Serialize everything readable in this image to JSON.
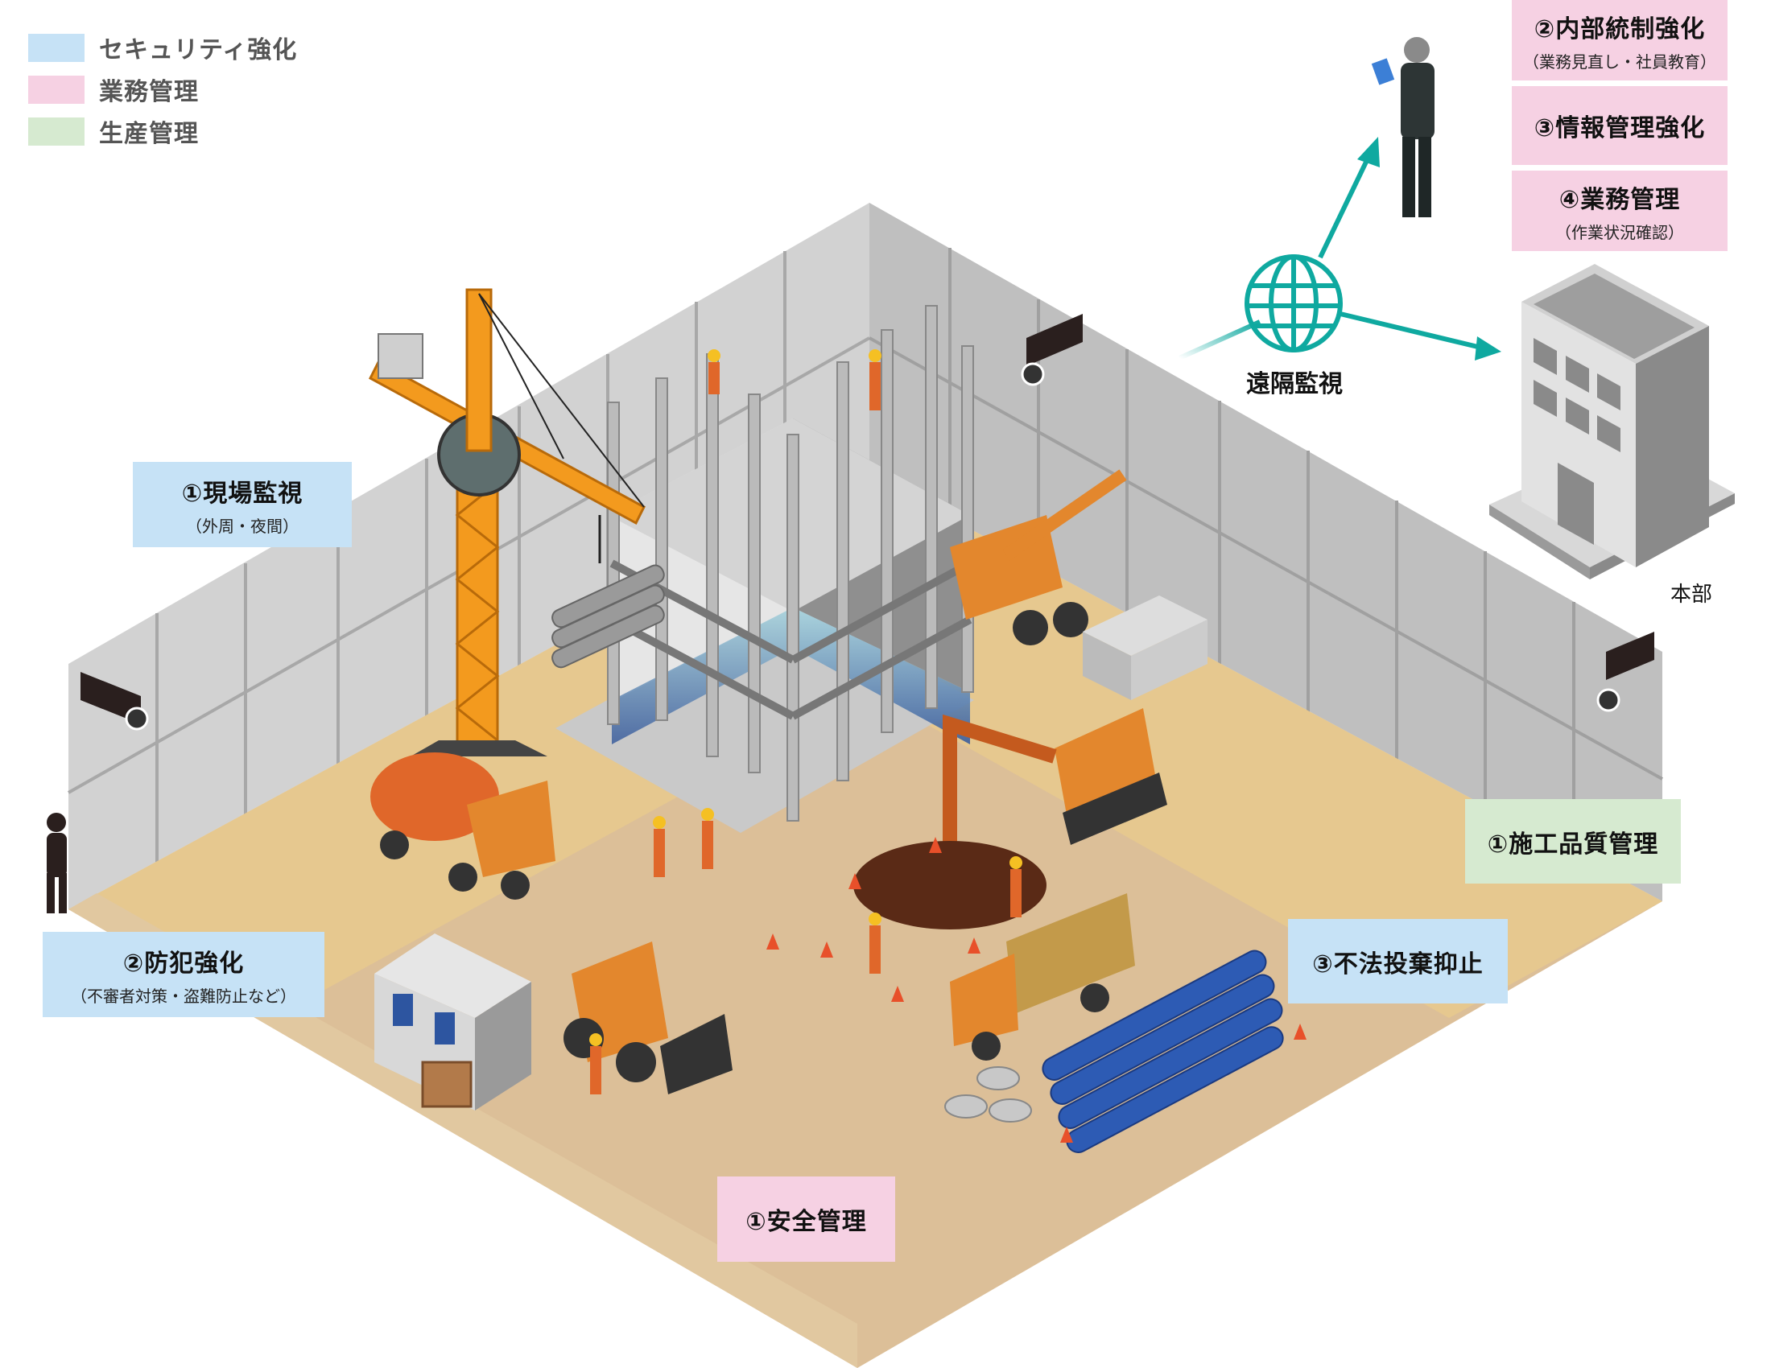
{
  "legend": {
    "items": [
      {
        "label": "セキュリティ強化",
        "color": "#c6e2f6"
      },
      {
        "label": "業務管理",
        "color": "#f6d1e3"
      },
      {
        "label": "生産管理",
        "color": "#d6ead0"
      }
    ]
  },
  "hq_panel": {
    "boxes": [
      {
        "title": "②内部統制強化",
        "sub": "（業務見直し・社員教育）",
        "category": "業務管理"
      },
      {
        "title": "③情報管理強化",
        "sub": "",
        "category": "業務管理"
      },
      {
        "title": "④業務管理",
        "sub": "（作業状況確認）",
        "category": "業務管理"
      }
    ]
  },
  "site_labels": {
    "site_monitoring": {
      "title": "①現場監視",
      "sub": "（外周・夜間）",
      "category": "セキュリティ強化"
    },
    "crime_prevention": {
      "title": "②防犯強化",
      "sub": "（不審者対策・盗難防止など）",
      "category": "セキュリティ強化"
    },
    "illegal_dumping": {
      "title": "③不法投棄抑止",
      "category": "セキュリティ強化"
    },
    "quality_control": {
      "title": "①施工品質管理",
      "category": "生産管理"
    },
    "safety_management": {
      "title": "①安全管理",
      "category": "業務管理"
    }
  },
  "network": {
    "remote_label": "遠隔監視",
    "hq_label": "本部",
    "accent_color": "#0fa9a0"
  },
  "colors": {
    "wall": "#c9c9c9",
    "wall_dark": "#bdbdbd",
    "floor": "#dcbf98",
    "floor_light": "#eacb8c",
    "crane": "#f39a1e"
  }
}
